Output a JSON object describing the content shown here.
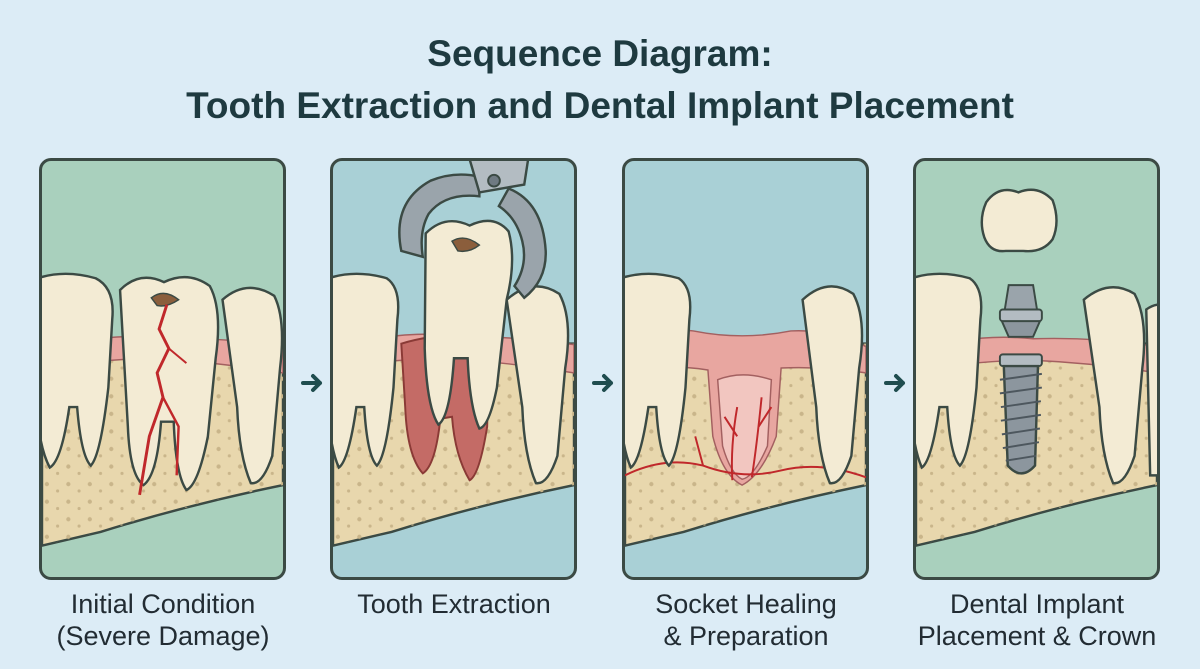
{
  "title": {
    "line1": "Sequence Diagram:",
    "line2": "Tooth Extraction and Dental Implant Placement"
  },
  "colors": {
    "background": "#dcecf6",
    "bone": "#e8d7ad",
    "gum": "#e8a6a0",
    "tooth": "#f3ebd4",
    "outline": "#3b4a44",
    "blood": "#c0282b",
    "implant_metal": "#8c969e",
    "arrow": "#1f4d4f"
  },
  "steps": [
    {
      "line1": "Initial Condition",
      "line2": "(Severe Damage)",
      "illustration": "cracked-decayed-tooth"
    },
    {
      "line1": "Tooth Extraction",
      "line2": "",
      "illustration": "forceps-extracting-tooth"
    },
    {
      "line1": "Socket Healing",
      "line2": "& Preparation",
      "illustration": "healing-socket"
    },
    {
      "line1": "Dental Implant",
      "line2": "Placement & Crown",
      "illustration": "implant-abutment-crown"
    }
  ],
  "arrows": [
    "arrow-right-icon",
    "arrow-right-icon",
    "arrow-right-icon"
  ]
}
